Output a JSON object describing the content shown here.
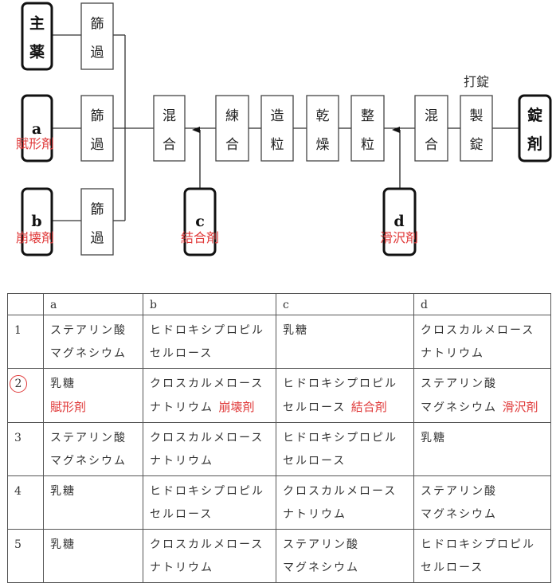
{
  "diagram": {
    "inputs": {
      "main": [
        "主",
        "薬"
      ],
      "a": {
        "letter": "a",
        "role": "賦形剤"
      },
      "b": {
        "letter": "b",
        "role": "崩壊剤"
      },
      "c": {
        "letter": "c",
        "role": "結合剤"
      },
      "d": {
        "letter": "d",
        "role": "滑沢剤"
      }
    },
    "sieve": [
      "篩",
      "過"
    ],
    "steps": {
      "mix1": [
        "混",
        "合"
      ],
      "knead": [
        "練",
        "合"
      ],
      "granulate": [
        "造",
        "粒"
      ],
      "dry": [
        "乾",
        "燥"
      ],
      "size": [
        "整",
        "粒"
      ],
      "mix2": [
        "混",
        "合"
      ],
      "compress": [
        "製",
        "錠"
      ]
    },
    "compress_label": "打錠",
    "product": [
      "錠",
      "剤"
    ]
  },
  "table": {
    "header": [
      "",
      "a",
      "b",
      "c",
      "d"
    ],
    "rows": [
      {
        "no": "1",
        "a": [
          "ステアリン酸",
          "マグネシウム"
        ],
        "b": [
          "ヒドロキシプロピル",
          "セルロース"
        ],
        "c": [
          "乳糖",
          ""
        ],
        "d": [
          "クロスカルメロース",
          "ナトリウム"
        ]
      },
      {
        "no": "2",
        "a": [
          "乳糖",
          ""
        ],
        "b": [
          "クロスカルメロース",
          "ナトリウム"
        ],
        "c": [
          "ヒドロキシプロピル",
          "セルロース"
        ],
        "d": [
          "ステアリン酸",
          "マグネシウム"
        ],
        "notes": {
          "a": "賦形剤",
          "b": "崩壊剤",
          "c": "結合剤",
          "d": "滑沢剤"
        }
      },
      {
        "no": "3",
        "a": [
          "ステアリン酸",
          "マグネシウム"
        ],
        "b": [
          "クロスカルメロース",
          "ナトリウム"
        ],
        "c": [
          "ヒドロキシプロピル",
          "セルロース"
        ],
        "d": [
          "乳糖",
          ""
        ]
      },
      {
        "no": "4",
        "a": [
          "乳糖",
          ""
        ],
        "b": [
          "ヒドロキシプロピル",
          "セルロース"
        ],
        "c": [
          "クロスカルメロース",
          "ナトリウム"
        ],
        "d": [
          "ステアリン酸",
          "マグネシウム"
        ]
      },
      {
        "no": "5",
        "a": [
          "乳糖",
          ""
        ],
        "b": [
          "クロスカルメロース",
          "ナトリウム"
        ],
        "c": [
          "ステアリン酸",
          "マグネシウム"
        ],
        "d": [
          "ヒドロキシプロピル",
          "セルロース"
        ]
      }
    ],
    "selected_row": "2",
    "annotation_color": "#e03a3a"
  }
}
